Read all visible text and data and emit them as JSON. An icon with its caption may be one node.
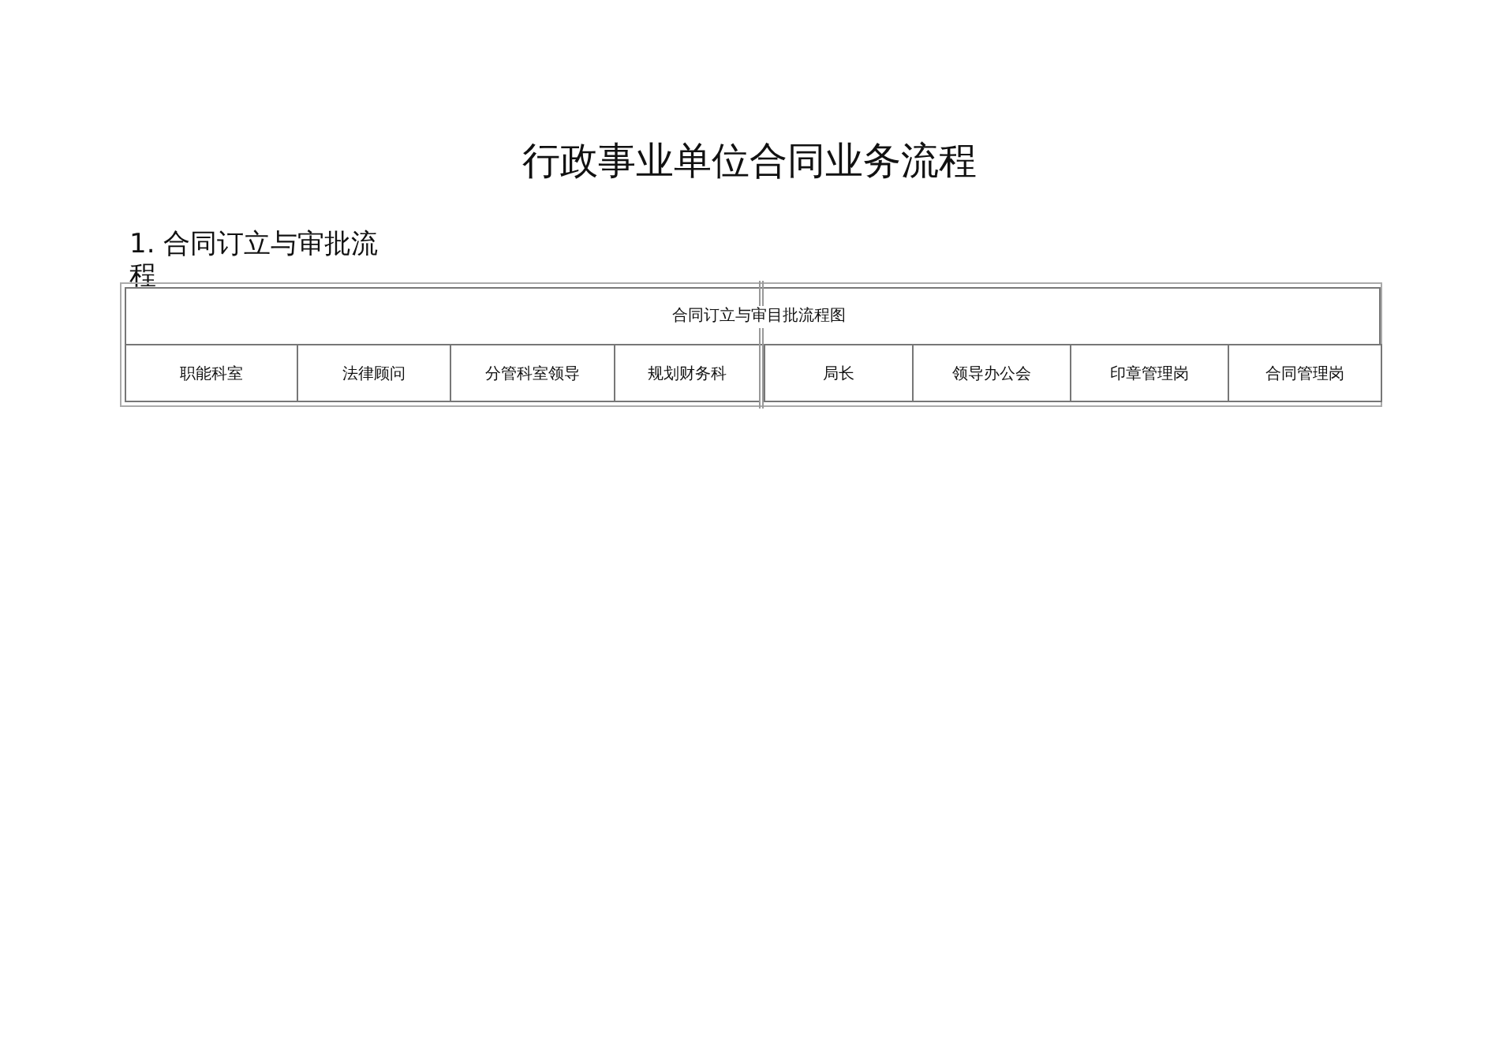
{
  "diagram": {
    "title": "行政事业单位合同业务流程",
    "labels": [
      "1. 合同订立与审批流程",
      "合同订立与审目批流程图",
      "职能科室",
      "法律顾问",
      "分管科室领导",
      "规划财务科",
      "局长",
      "领导办公会",
      "印章管理岗",
      "合同管理岗"
    ]
  }
}
